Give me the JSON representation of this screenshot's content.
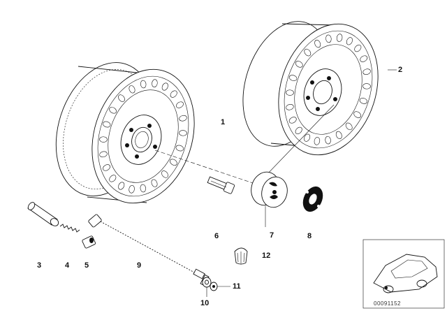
{
  "parts": [
    {
      "id": "label-1",
      "text": "1"
    },
    {
      "id": "label-2",
      "text": "2"
    },
    {
      "id": "label-3",
      "text": "3"
    },
    {
      "id": "label-4",
      "text": "4"
    },
    {
      "id": "label-5",
      "text": "5"
    },
    {
      "id": "label-6",
      "text": "6"
    },
    {
      "id": "label-7",
      "text": "7"
    },
    {
      "id": "label-8",
      "text": "8"
    },
    {
      "id": "label-9",
      "text": "9"
    },
    {
      "id": "label-10",
      "text": "10"
    },
    {
      "id": "label-11",
      "text": "11"
    },
    {
      "id": "label-12",
      "text": "12"
    }
  ],
  "inset": {
    "reference": "00091152"
  },
  "colors": {
    "line": "#111111",
    "background": "#ffffff"
  }
}
